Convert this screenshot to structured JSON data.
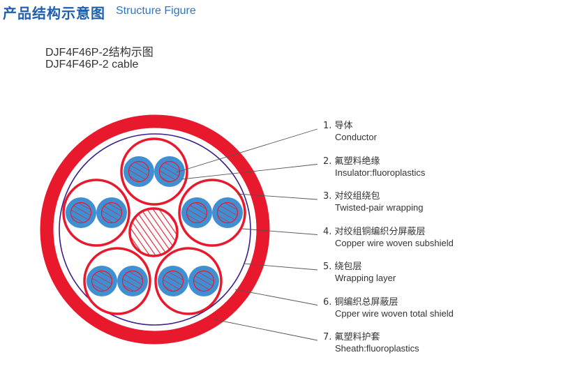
{
  "header": {
    "title_zh": "产品结构示意图",
    "title_en": "Structure Figure"
  },
  "model": {
    "name_zh": "DJF4F46P-2结构示图",
    "name_en": "DJF4F46P-2 cable"
  },
  "colors": {
    "sheath": "#e8192c",
    "insulation": "#3f8fd2",
    "shield": "#3a1e8c",
    "title": "#1f5fb0"
  },
  "labels": [
    {
      "zh": "1. 导体",
      "en": "Conductor"
    },
    {
      "zh": "2. 氟塑料绝缘",
      "en": "Insulator:fluoroplastics"
    },
    {
      "zh": "3. 对绞组绕包",
      "en": "Twisted-pair wrapping"
    },
    {
      "zh": "4. 对绞组铜编织分屏蔽层",
      "en": "Copper wire woven subshield"
    },
    {
      "zh": "5. 绕包层",
      "en": "Wrapping layer"
    },
    {
      "zh": "6. 铜编织总屏蔽层",
      "en": "Cpper wire woven total shield"
    },
    {
      "zh": "7. 氟塑料护套",
      "en": "Sheath:fluoroplastics"
    }
  ]
}
